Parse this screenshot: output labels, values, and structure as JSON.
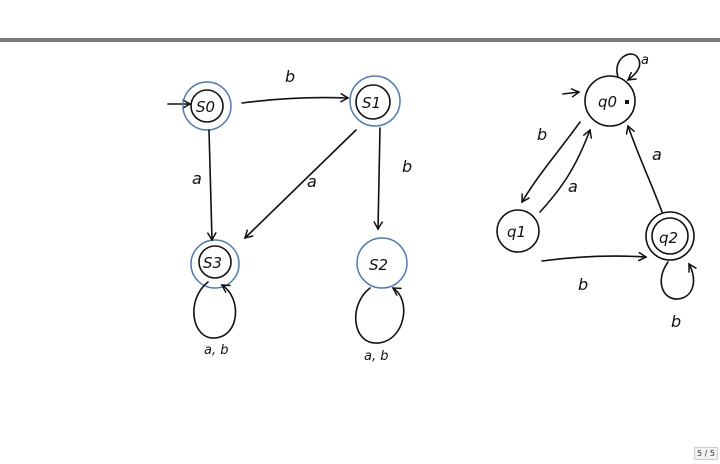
{
  "left_automaton": {
    "states": [
      "S0",
      "S1",
      "S3",
      "S2"
    ],
    "edges": {
      "s0_s1": "b",
      "s0_s3": "a",
      "s1_s3": "a",
      "s1_s2": "b",
      "s3_loop": "a, b",
      "s2_loop": "a, b"
    }
  },
  "right_automaton": {
    "states": [
      "q0",
      "q1",
      "q2"
    ],
    "edges": {
      "q0_loop": "a",
      "q0_q1": "b",
      "q1_q0": "a",
      "q2_q0": "a",
      "q1_q2": "b",
      "q2_loop": "b"
    }
  },
  "pager": "5 / 5",
  "colors": {
    "ink": "#111111",
    "accent": "#4a78c4",
    "rule": "#7a7a7a"
  }
}
